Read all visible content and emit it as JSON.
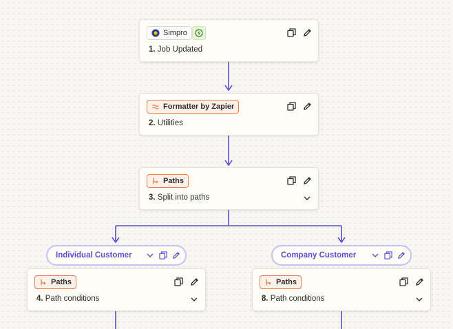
{
  "steps": [
    {
      "app": "Simpro",
      "num": "1.",
      "title": "Job Updated"
    },
    {
      "app": "Formatter by Zapier",
      "num": "2.",
      "title": "Utilities"
    },
    {
      "app": "Paths",
      "num": "3.",
      "title": "Split into paths"
    }
  ],
  "paths": [
    {
      "name": "Individual Customer",
      "app": "Paths",
      "num": "4.",
      "title": "Path conditions"
    },
    {
      "name": "Company Customer",
      "app": "Paths",
      "num": "8.",
      "title": "Path conditions"
    }
  ],
  "colors": {
    "connector": "#5d4fd0",
    "path_pill_border": "#c8c2f3",
    "orange_badge_border": "#e97d4e",
    "orange_badge_bg": "#fff1ea",
    "trigger_bolt": "#3a7d1e"
  },
  "icons": {
    "duplicate": "duplicate-icon",
    "edit": "pencil-icon",
    "chevron": "chevron-down-icon",
    "formatter": "formatter-icon",
    "paths": "paths-icon",
    "simpro": "simpro-logo-icon",
    "trigger": "lightning-bolt-icon"
  }
}
